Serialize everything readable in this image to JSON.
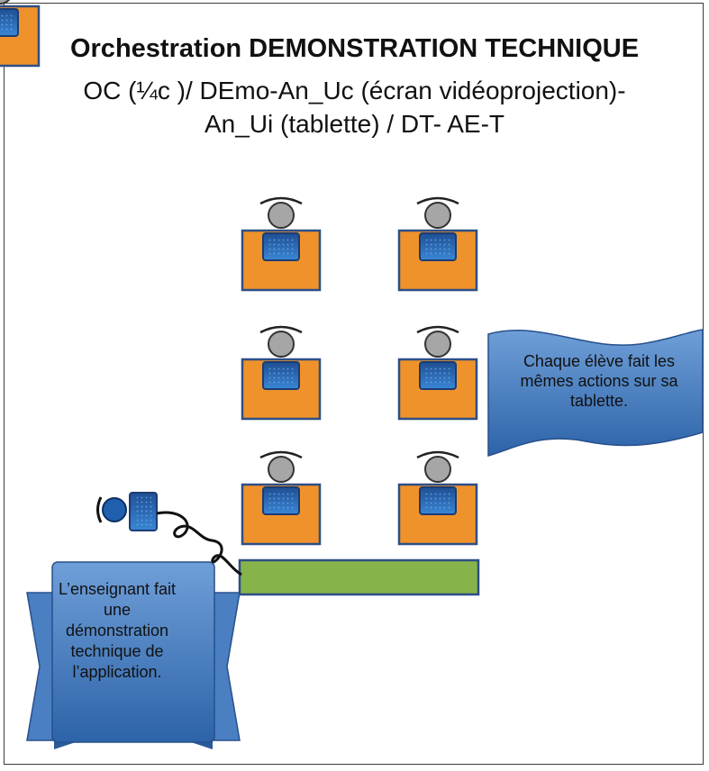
{
  "title": {
    "line1": "Orchestration DEMONSTRATION TECHNIQUE",
    "line2": "OC (¼c )/ DEmo-An_Uc (écran vidéoprojection)-",
    "line3": "An_Ui (tablette) / DT- AE-T"
  },
  "callouts": {
    "students": "Chaque élève fait les mêmes actions sur sa tablette.",
    "teacher": "L’enseignant fait une démonstration technique de l’application."
  },
  "colors": {
    "desk": "#f0922b",
    "desk_border": "#2d4f86",
    "tablet": "#1d6fb8",
    "head": "#a6a6a6",
    "banner": "#3f79c0",
    "board": "#86b34a",
    "teacher_head": "#1f5fae"
  }
}
